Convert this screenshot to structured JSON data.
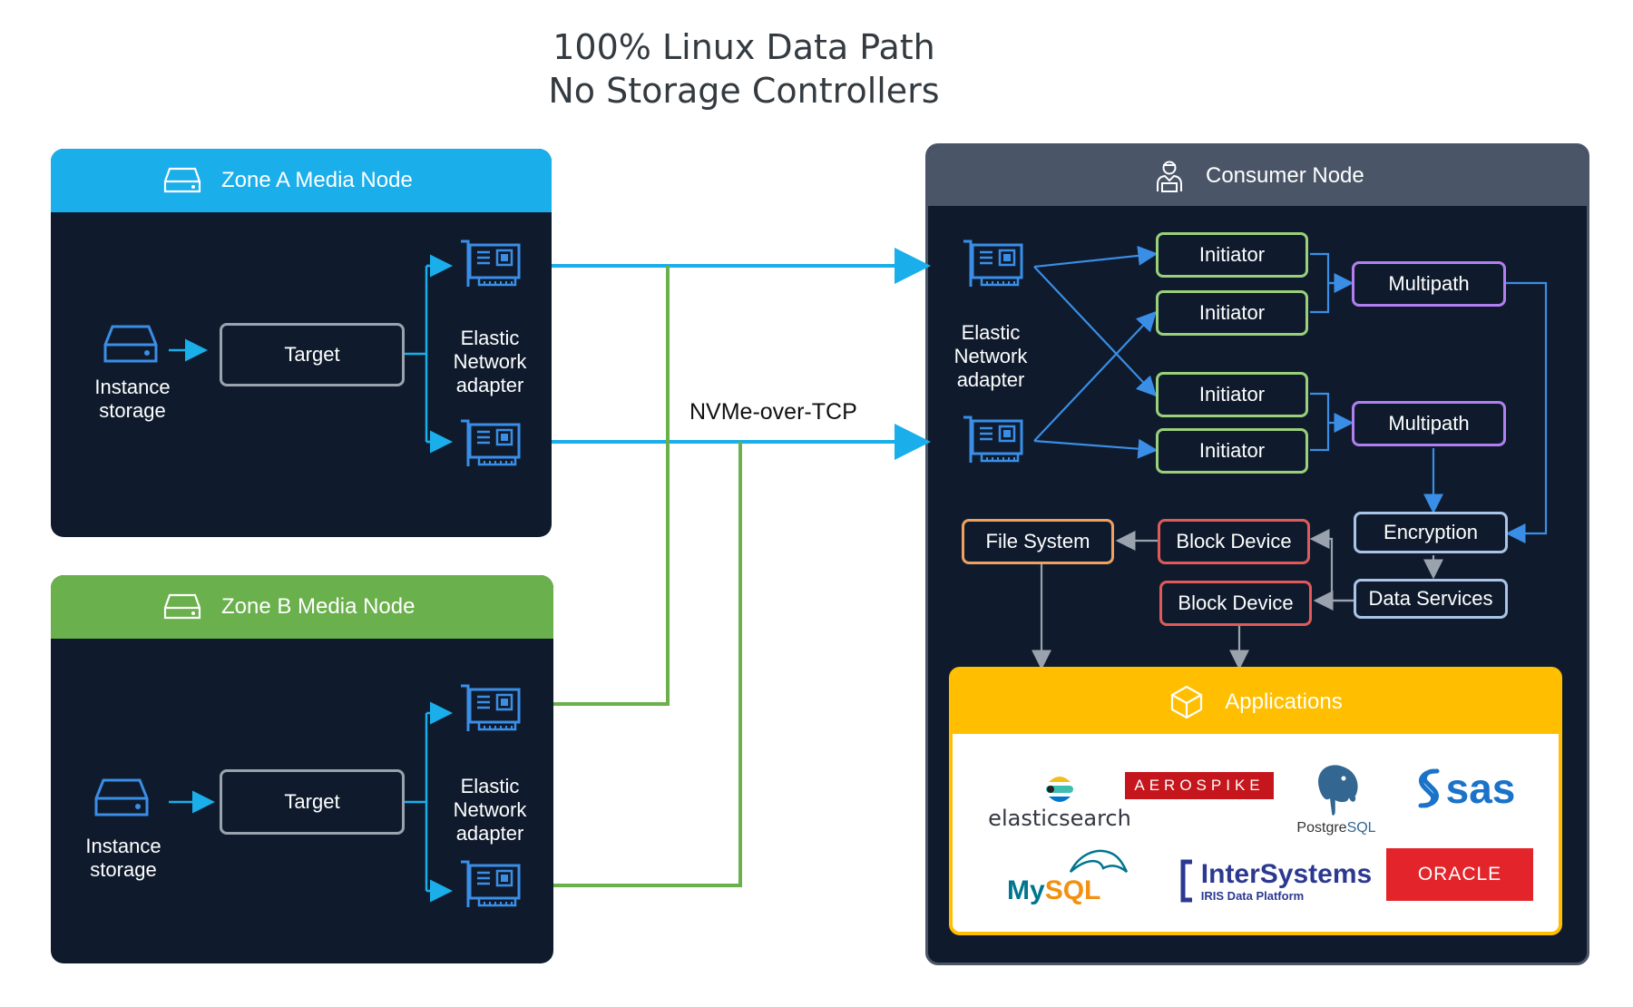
{
  "title": {
    "line1": "100% Linux Data Path",
    "line2": "No Storage Controllers"
  },
  "zone_a": {
    "header": "Zone A Media Node",
    "storage_label_1": "Instance",
    "storage_label_2": "storage",
    "target": "Target",
    "nic_label_1": "Elastic",
    "nic_label_2": "Network",
    "nic_label_3": "adapter",
    "header_color": "#1aaeea"
  },
  "zone_b": {
    "header": "Zone B Media Node",
    "storage_label_1": "Instance",
    "storage_label_2": "storage",
    "target": "Target",
    "nic_label_1": "Elastic",
    "nic_label_2": "Network",
    "nic_label_3": "adapter",
    "header_color": "#6ab04c"
  },
  "protocol_label": "NVMe-over-TCP",
  "consumer": {
    "header": "Consumer Node",
    "nic_label_1": "Elastic",
    "nic_label_2": "Network",
    "nic_label_3": "adapter",
    "initiators": [
      "Initiator",
      "Initiator",
      "Initiator",
      "Initiator"
    ],
    "multipath": [
      "Multipath",
      "Multipath"
    ],
    "encryption": "Encryption",
    "data_services": "Data Services",
    "block_devices": [
      "Block Device",
      "Block Device"
    ],
    "file_system": "File System",
    "header_color": "#4a5568"
  },
  "applications": {
    "header": "Applications",
    "logos": {
      "elasticsearch": "elasticsearch",
      "aerospike": "AEROSPIKE",
      "postgresql_a": "Postgre",
      "postgresql_b": "SQL",
      "sas": "sas",
      "mysql_a": "My",
      "mysql_b": "SQL",
      "intersystems": "InterSystems",
      "intersystems_sub": "IRIS Data Platform",
      "oracle": "ORACLE"
    },
    "header_color": "#ffbf00"
  },
  "colors": {
    "blue_link": "#1aaeea",
    "green_link": "#6ab04c",
    "initiator_border": "#9ad07a",
    "multipath_border": "#b27ff0",
    "encryption_border": "#a9c4e6",
    "block_border": "#e05a5a",
    "file_border": "#f0a060",
    "arrow_grey": "#9aa3ad",
    "arrow_blue": "#3a8ee6"
  },
  "icons": {
    "storage": "hard-drive-icon",
    "nic": "network-card-icon",
    "consumer": "user-at-computer-icon",
    "applications": "cube-icon"
  }
}
